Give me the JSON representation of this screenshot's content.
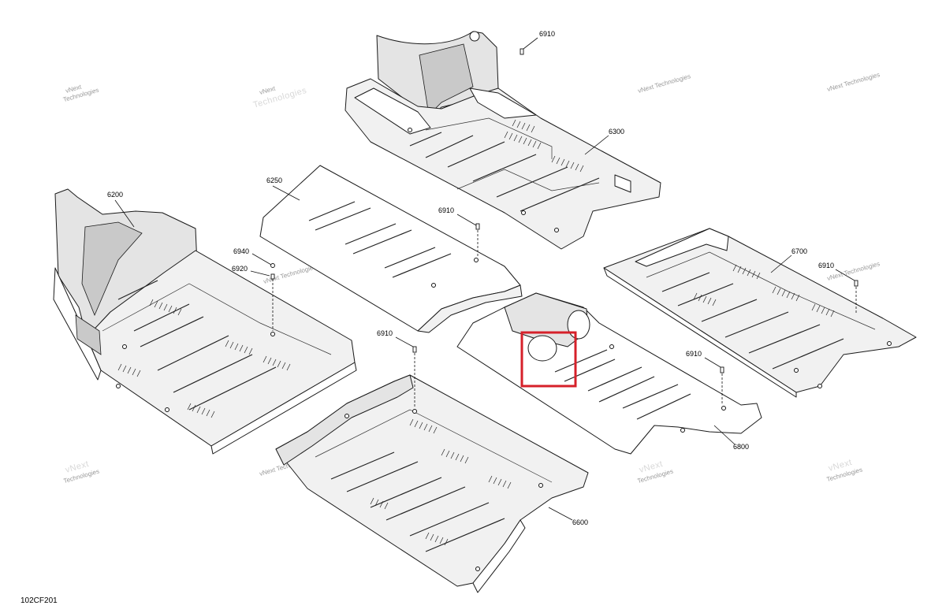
{
  "diagram": {
    "reference_code": "102CF201",
    "watermark": {
      "line1": "vNext",
      "line2": "Technologies",
      "line_single": "vNext Technologies"
    },
    "callouts": [
      {
        "id": "c6910a",
        "text": "6910"
      },
      {
        "id": "c6300",
        "text": "6300"
      },
      {
        "id": "c6250",
        "text": "6250"
      },
      {
        "id": "c6910b",
        "text": "6910"
      },
      {
        "id": "c6200",
        "text": "6200"
      },
      {
        "id": "c6940",
        "text": "6940"
      },
      {
        "id": "c6920",
        "text": "6920"
      },
      {
        "id": "c6700",
        "text": "6700"
      },
      {
        "id": "c6910c",
        "text": "6910"
      },
      {
        "id": "c6910d",
        "text": "6910"
      },
      {
        "id": "c6910e",
        "text": "6910"
      },
      {
        "id": "c6800",
        "text": "6800"
      },
      {
        "id": "c6600",
        "text": "6600"
      }
    ],
    "highlight_color": "#d6202a"
  }
}
